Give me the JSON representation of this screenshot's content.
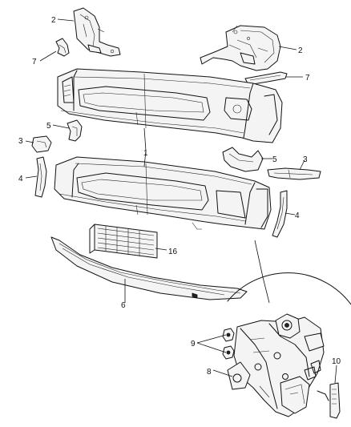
{
  "callouts": {
    "c1": "1",
    "c2_left": "2",
    "c2_right": "2",
    "c3_left": "3",
    "c3_right": "3",
    "c4_left": "4",
    "c4_right": "4",
    "c5_left": "5",
    "c5_right": "5",
    "c6": "6",
    "c7_left": "7",
    "c7_right": "7",
    "c8": "8",
    "c9": "9",
    "c10": "10",
    "c16": "16"
  }
}
